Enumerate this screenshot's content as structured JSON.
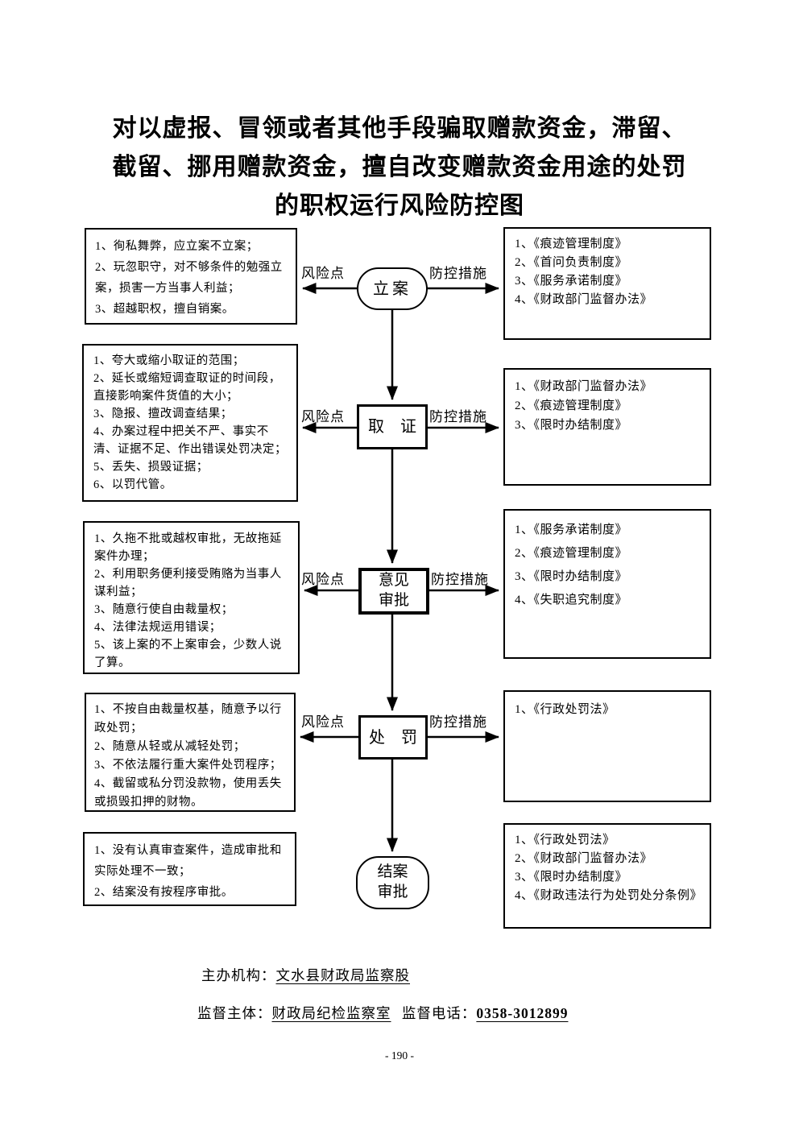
{
  "title": {
    "lines": [
      "对以虚报、冒领或者其他手段骗取赠款资金，滞留、",
      "截留、挪用赠款资金，擅自改变赠款资金用途的处罚",
      "的职权运行风险防控图"
    ]
  },
  "labels": {
    "risk_point": "风险点",
    "control_measure": "防控措施"
  },
  "flow": {
    "steps": [
      {
        "node": "立案",
        "risks": [
          "1、徇私舞弊，应立案不立案；",
          "2、玩忽职守，对不够条件的勉强立案，损害一方当事人利益；",
          "3、超越职权，擅自销案。"
        ],
        "measures": [
          "1、《痕迹管理制度》",
          "2、《首问负责制度》",
          "3、《服务承诺制度》",
          "4、《财政部门监督办法》"
        ]
      },
      {
        "node": "取　证",
        "risks": [
          "1、夸大或缩小取证的范围；",
          "2、延长或缩短调查取证的时间段，直接影响案件货值的大小；",
          "3、隐报、擅改调查结果；",
          "4、办案过程中把关不严、事实不清、证据不足、作出错误处罚决定；",
          "5、丢失、损毁证据；",
          "6、以罚代管。"
        ],
        "measures": [
          "1、《财政部门监督办法》",
          "2、《痕迹管理制度》",
          "3、《限时办结制度》"
        ]
      },
      {
        "node": "意见\n审批",
        "risks": [
          "1、久拖不批或越权审批，无故拖延案件办理；",
          "2、利用职务便利接受贿赂为当事人谋利益；",
          "3、随意行使自由裁量权；",
          "4、法律法规运用错误；",
          "5、该上案的不上案审会，少数人说了算。"
        ],
        "measures": [
          "1、《服务承诺制度》",
          "2、《痕迹管理制度》",
          "3、《限时办结制度》",
          "4、《失职追究制度》"
        ]
      },
      {
        "node": "处　罚",
        "risks": [
          "1、不按自由裁量权基，随意予以行政处罚；",
          "2、随意从轻或从减轻处罚；",
          "3、不依法履行重大案件处罚程序；",
          "4、截留或私分罚没款物，使用丢失或损毁扣押的财物。"
        ],
        "measures": [
          "1、《行政处罚法》"
        ]
      },
      {
        "node": "结案\n审批",
        "risks": [
          "1、没有认真审查案件，造成审批和实际处理不一致；",
          "2、结案没有按程序审批。"
        ],
        "measures": [
          "1、《行政处罚法》",
          "2、《财政部门监督办法》",
          "3、《限时办结制度》",
          "4、《财政违法行为处罚处分条例》"
        ]
      }
    ]
  },
  "footer": {
    "host_label": "主办机构：",
    "host_value": "文水县财政局监察股",
    "supervisor_label": "监督主体：",
    "supervisor_value": "财政局纪检监察室",
    "phone_label": "监督电话：",
    "phone_value": "0358-3012899"
  },
  "page_number": "- 190 -"
}
